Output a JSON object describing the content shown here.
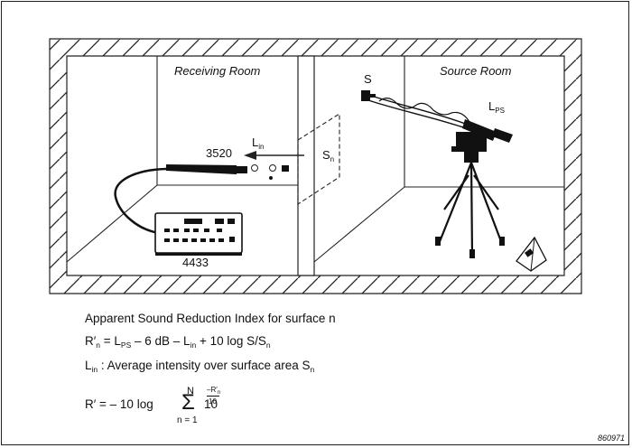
{
  "diagram": {
    "rooms": {
      "receiving": "Receiving Room",
      "source": "Source Room"
    },
    "labels": {
      "probe": "3520",
      "analyzer": "4433",
      "intensity": "L",
      "intensity_sub": "in",
      "surface": "S",
      "surface_sub": "n",
      "source_s": "S",
      "lps": "L",
      "lps_sub": "PS"
    }
  },
  "formulas": {
    "heading": "Apparent Sound Reduction Index for surface n",
    "eq1": {
      "lhs": "R′",
      "lhs_sub": "n",
      "p1": " = L",
      "p1_sub": "PS",
      "p2": " – 6 dB – L",
      "p2_sub": "in",
      "p3": " + 10 log S/S",
      "p3_sub": "n"
    },
    "eq2": {
      "a": "L",
      "a_sub": "in",
      "b": " : Average intensity over surface area S",
      "b_sub": "n"
    },
    "eq3": {
      "lhs": "R′ = – 10 log",
      "sigma": "Σ",
      "upper": "N",
      "lower": "n = 1",
      "base": "10",
      "exp_num": "–R′",
      "exp_num_sub": "n",
      "exp_den": "10"
    }
  },
  "figure_id": "860971"
}
